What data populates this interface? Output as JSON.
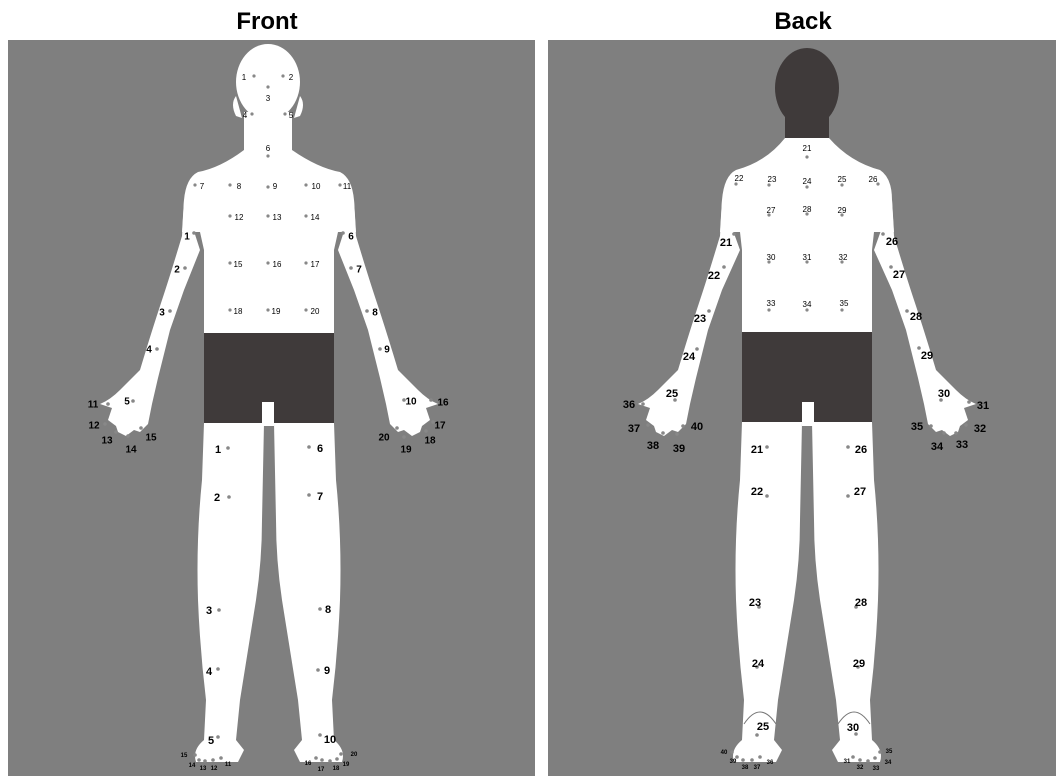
{
  "front": {
    "title": "Front",
    "torso_points": [
      {
        "id": "1"
      },
      {
        "id": "2"
      },
      {
        "id": "3"
      },
      {
        "id": "4"
      },
      {
        "id": "5"
      },
      {
        "id": "6"
      },
      {
        "id": "7"
      },
      {
        "id": "8"
      },
      {
        "id": "9"
      },
      {
        "id": "10"
      },
      {
        "id": "11"
      },
      {
        "id": "12"
      },
      {
        "id": "13"
      },
      {
        "id": "14"
      },
      {
        "id": "15"
      },
      {
        "id": "16"
      },
      {
        "id": "17"
      },
      {
        "id": "18"
      },
      {
        "id": "19"
      },
      {
        "id": "20"
      }
    ],
    "arm_points": [
      {
        "id": "1"
      },
      {
        "id": "2"
      },
      {
        "id": "3"
      },
      {
        "id": "4"
      },
      {
        "id": "5"
      },
      {
        "id": "11"
      },
      {
        "id": "12"
      },
      {
        "id": "13"
      },
      {
        "id": "14"
      },
      {
        "id": "15"
      },
      {
        "id": "6"
      },
      {
        "id": "7"
      },
      {
        "id": "8"
      },
      {
        "id": "9"
      },
      {
        "id": "10"
      },
      {
        "id": "16"
      },
      {
        "id": "17"
      },
      {
        "id": "18"
      },
      {
        "id": "19"
      },
      {
        "id": "20"
      }
    ],
    "leg_points": [
      {
        "id": "1"
      },
      {
        "id": "2"
      },
      {
        "id": "3"
      },
      {
        "id": "4"
      },
      {
        "id": "5"
      },
      {
        "id": "15"
      },
      {
        "id": "14"
      },
      {
        "id": "13"
      },
      {
        "id": "12"
      },
      {
        "id": "11"
      },
      {
        "id": "6"
      },
      {
        "id": "7"
      },
      {
        "id": "8"
      },
      {
        "id": "9"
      },
      {
        "id": "10"
      },
      {
        "id": "16"
      },
      {
        "id": "17"
      },
      {
        "id": "18"
      },
      {
        "id": "19"
      },
      {
        "id": "20"
      }
    ]
  },
  "back": {
    "title": "Back",
    "torso_points": [
      {
        "id": "21"
      },
      {
        "id": "22"
      },
      {
        "id": "23"
      },
      {
        "id": "24"
      },
      {
        "id": "25"
      },
      {
        "id": "26"
      },
      {
        "id": "27"
      },
      {
        "id": "28"
      },
      {
        "id": "29"
      },
      {
        "id": "30"
      },
      {
        "id": "31"
      },
      {
        "id": "32"
      },
      {
        "id": "33"
      },
      {
        "id": "34"
      },
      {
        "id": "35"
      }
    ],
    "arm_points": [
      {
        "id": "21"
      },
      {
        "id": "22"
      },
      {
        "id": "23"
      },
      {
        "id": "24"
      },
      {
        "id": "25"
      },
      {
        "id": "36"
      },
      {
        "id": "37"
      },
      {
        "id": "38"
      },
      {
        "id": "39"
      },
      {
        "id": "40"
      },
      {
        "id": "26"
      },
      {
        "id": "27"
      },
      {
        "id": "28"
      },
      {
        "id": "29"
      },
      {
        "id": "30"
      },
      {
        "id": "31"
      },
      {
        "id": "32"
      },
      {
        "id": "33"
      },
      {
        "id": "34"
      },
      {
        "id": "35"
      }
    ],
    "leg_points": [
      {
        "id": "21"
      },
      {
        "id": "22"
      },
      {
        "id": "23"
      },
      {
        "id": "24"
      },
      {
        "id": "25"
      },
      {
        "id": "40"
      },
      {
        "id": "39"
      },
      {
        "id": "38"
      },
      {
        "id": "37"
      },
      {
        "id": "36"
      },
      {
        "id": "26"
      },
      {
        "id": "27"
      },
      {
        "id": "28"
      },
      {
        "id": "29"
      },
      {
        "id": "30"
      },
      {
        "id": "31"
      },
      {
        "id": "32"
      },
      {
        "id": "33"
      },
      {
        "id": "34"
      },
      {
        "id": "35"
      }
    ]
  },
  "colors": {
    "background": "#7f7f7f",
    "skin": "#ffffff",
    "shorts": "#3f3a3a",
    "head_back": "#3f3a3a",
    "dot": "#888888"
  }
}
